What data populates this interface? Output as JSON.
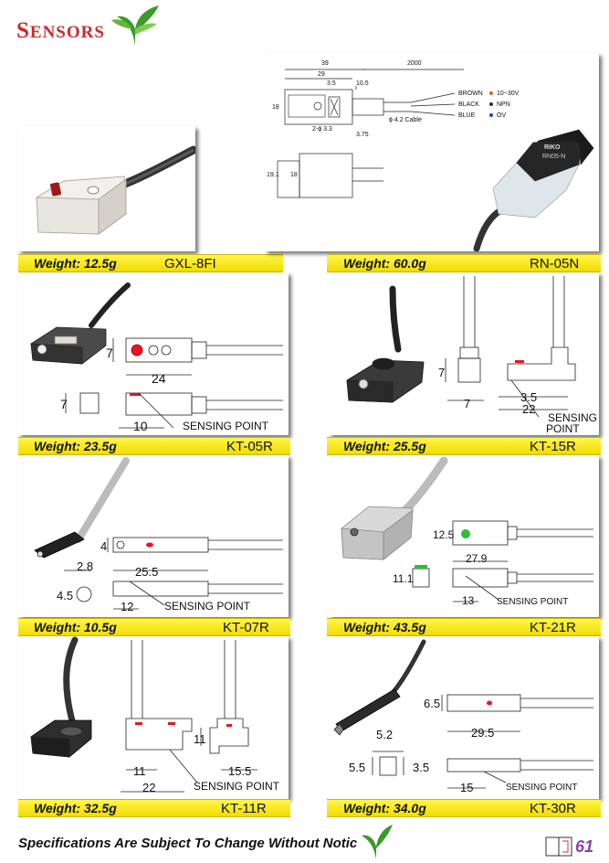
{
  "header": {
    "brand_first": "S",
    "brand_rest": "ENSORS",
    "accent": "#d0282a"
  },
  "footer": {
    "disclaimer": "Specifications Are Subject To Change Without Notic",
    "page_number": "61"
  },
  "products": [
    {
      "weight": "Weight: 12.5g",
      "model": "GXL-8FI"
    },
    {
      "weight": "Weight: 60.0g",
      "model": "RN-05N"
    },
    {
      "weight": "Weight: 23.5g",
      "model": "KT-05R"
    },
    {
      "weight": "Weight: 25.5g",
      "model": "KT-15R"
    },
    {
      "weight": "Weight: 10.5g",
      "model": "KT-07R"
    },
    {
      "weight": "Weight: 43.5g",
      "model": "KT-21R"
    },
    {
      "weight": "Weight: 32.5g",
      "model": "KT-11R"
    },
    {
      "weight": "Weight: 34.0g",
      "model": "KT-30R"
    }
  ],
  "drawings": {
    "rn05n": {
      "d39": "39",
      "d29": "29",
      "d2000": "2000",
      "d35": "3.5",
      "d105": "10.5",
      "d18": "18",
      "d2p33": "2-ϕ 3.3",
      "cable": "ϕ 4.2 Cable",
      "d375": "3.75",
      "d191": "19.1",
      "d18b": "18",
      "brown": "BROWN",
      "black": "BLACK",
      "blue": "BLUE",
      "v1030": "10~30V",
      "npn": "NPN",
      "ov": "OV",
      "logo": "RIKO",
      "label": "RN05-N"
    },
    "kt05r": {
      "d7a": "7",
      "d24": "24",
      "d7b": "7",
      "d10": "10",
      "sensing": "SENSING POINT"
    },
    "kt15r": {
      "d7a": "7",
      "d7b": "7",
      "d35": "3.5",
      "d22": "22",
      "sensing1": "SENSING",
      "sensing2": "POINT"
    },
    "kt07r": {
      "d4": "4",
      "d28": "2.8",
      "d255": "25.5",
      "d45": "4.5",
      "d12": "12",
      "sensing": "SENSING POINT"
    },
    "kt21r": {
      "d125": "12.5",
      "d279": "27.9",
      "d111": "11.1",
      "d13": "13",
      "sensing": "SENSING POINT"
    },
    "kt11r": {
      "d11a": "11",
      "d11b": "11",
      "d22": "22",
      "d155": "15.5",
      "sensing": "SENSING POINT"
    },
    "kt30r": {
      "d65": "6.5",
      "d52": "5.2",
      "d295": "29.5",
      "d55": "5.5",
      "d35": "3.5",
      "d15": "15",
      "sensing": "SENSING POINT"
    }
  }
}
